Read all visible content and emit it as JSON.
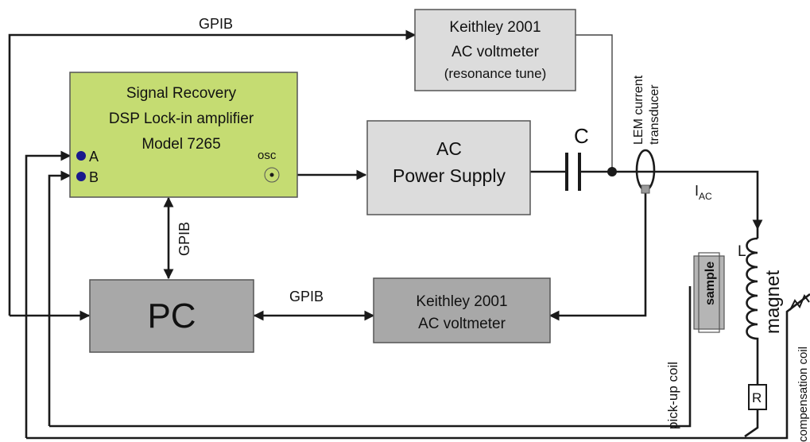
{
  "labels": {
    "gpib_top": "GPIB",
    "gpib_vertical": "GPIB",
    "gpib_mid": "GPIB",
    "c": "C",
    "lem_line1": "LEM current",
    "lem_line2": "transducer",
    "iac_main": "I",
    "iac_sub": "AC",
    "l": "L",
    "magnet": "magnet",
    "r": "R",
    "sample": "sample",
    "pickup": "pick-up coil",
    "compensation": "compensation coil"
  },
  "lockin": {
    "line1": "Signal Recovery",
    "line2": "DSP Lock-in amplifier",
    "line3": "Model 7265",
    "osc": "osc",
    "input_a": "A",
    "input_b": "B"
  },
  "keithley_top": {
    "line1": "Keithley 2001",
    "line2": "AC voltmeter",
    "line3": "(resonance tune)"
  },
  "ac_supply": {
    "line1": "AC",
    "line2": "Power Supply"
  },
  "pc": {
    "label": "PC"
  },
  "keithley_bottom": {
    "line1": "Keithley 2001",
    "line2": "AC voltmeter"
  },
  "colors": {
    "lockin_fill": "#c5dc72",
    "box_light": "#dcdcdc",
    "box_dark": "#a8a8a8",
    "wire": "#1a1a1a",
    "dot": "#1a1a8c"
  }
}
